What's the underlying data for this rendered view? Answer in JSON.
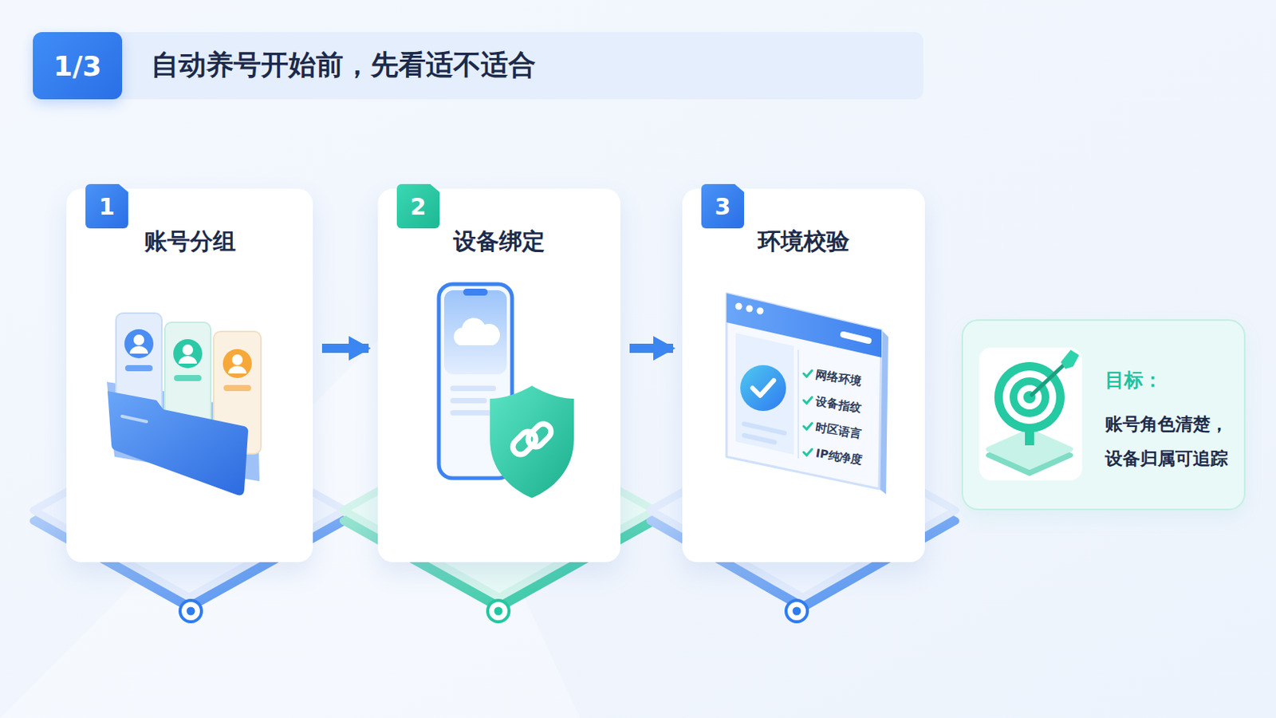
{
  "diagram": {
    "title": "自动养号开始前，先看适不适合",
    "nodes": [
      {
        "text": [
          "1/3"
        ]
      },
      {
        "text": [
          "账号分组"
        ]
      },
      {
        "text": [
          "1"
        ],
        "in": 1
      },
      {
        "text": [
          "设备绑定"
        ]
      },
      {
        "text": [
          "2"
        ],
        "in": 3
      },
      {
        "text": [
          "环境校验"
        ]
      },
      {
        "text": [
          "3"
        ],
        "in": 5
      },
      {
        "text": [
          "目标：",
          "账号角色清楚， 设备归属可追踪"
        ]
      }
    ],
    "edges": [
      {
        "from": 1,
        "to": 3,
        "arrow": "to"
      },
      {
        "from": 3,
        "to": 5,
        "arrow": "to"
      }
    ],
    "labels": [
      "网络环境",
      "设备指纹",
      "时区语言",
      "IP纯净度"
    ]
  }
}
